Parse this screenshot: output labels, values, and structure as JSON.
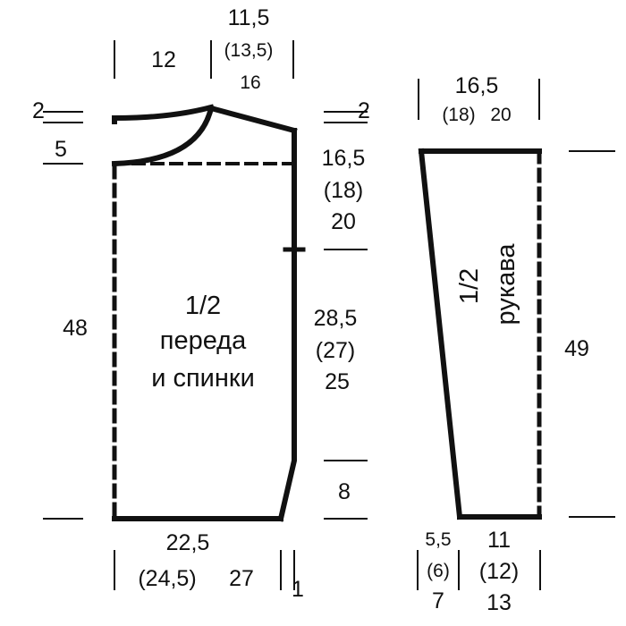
{
  "colors": {
    "ink": "#111111",
    "background": "#ffffff"
  },
  "body_piece": {
    "title_line1": "1/2",
    "title_line2": "переда",
    "title_line3": "и спинки",
    "neck_width": "12",
    "shoulder_width_l1": "11,5",
    "shoulder_width_l2": "(13,5)",
    "shoulder_width_l3": "16",
    "shoulder_slope_left": "2",
    "shoulder_slope_right": "2",
    "neck_depth": "5",
    "total_height": "48",
    "armhole_l1": "16,5",
    "armhole_l2": "(18)",
    "armhole_l3": "20",
    "side_l1": "28,5",
    "side_l2": "(27)",
    "side_l3": "25",
    "bottom_bevel_height": "8",
    "bottom_width_l1": "22,5",
    "bottom_width_l2": "(24,5)",
    "bottom_width_l3": "27",
    "bottom_bevel_width": "1"
  },
  "sleeve_piece": {
    "title_line1": "1/2",
    "title_line2": "рукава",
    "top_width_l1": "16,5",
    "top_width_l2": "(18)",
    "top_width_l3": "20",
    "length": "49",
    "bevel_l1": "5,5",
    "bevel_l2": "(6)",
    "bevel_l3": "7",
    "cuff_l1": "11",
    "cuff_l2": "(12)",
    "cuff_l3": "13"
  }
}
